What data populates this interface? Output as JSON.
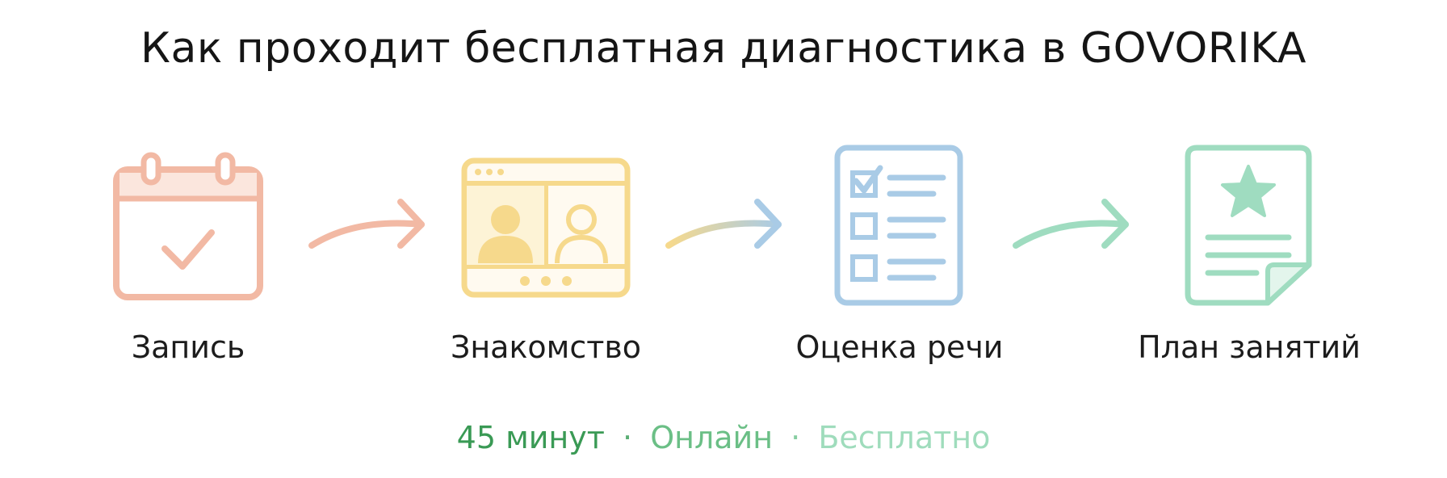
{
  "title": "Как проходит бесплатная диагностика в GOVORIKA",
  "steps": [
    {
      "label": "Запись",
      "icon": "calendar-check-icon",
      "color": "#f2b9a4"
    },
    {
      "label": "Знакомство",
      "icon": "video-call-icon",
      "color": "#f6d98c"
    },
    {
      "label": "Оценка речи",
      "icon": "checklist-icon",
      "color": "#a9cbe6"
    },
    {
      "label": "План занятий",
      "icon": "certificate-star-icon",
      "color": "#9fdcc0"
    }
  ],
  "footer": {
    "duration": "45 минут",
    "separator": "·",
    "format": "Онлайн",
    "price": "Бесплатно",
    "colors": [
      "#3a9a55",
      "#6bbf86",
      "#9fdcbc"
    ]
  }
}
